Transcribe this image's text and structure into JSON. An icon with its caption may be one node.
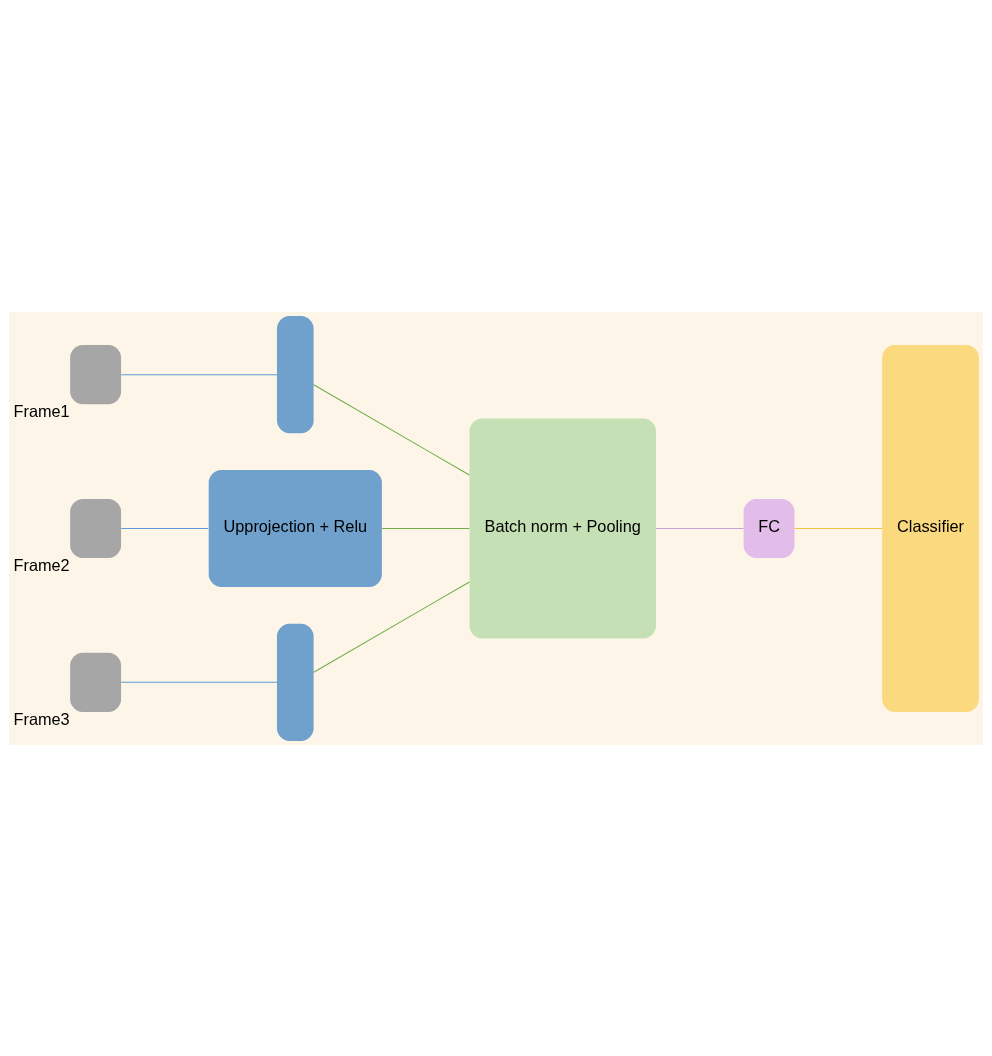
{
  "diagram": {
    "nodes": [
      {
        "text": [],
        "shape": "box",
        "beside": [
          "Frame1"
        ]
      },
      {
        "text": [],
        "shape": "box",
        "beside": [
          "Frame2"
        ]
      },
      {
        "text": [],
        "shape": "box",
        "beside": [
          "Frame3"
        ]
      },
      {
        "text": [],
        "shape": "bar"
      },
      {
        "text": [
          "Upprojection + Relu"
        ]
      },
      {
        "text": [],
        "shape": "bar"
      },
      {
        "text": [
          "Batch norm + Pooling"
        ]
      },
      {
        "text": [
          "FC"
        ]
      },
      {
        "text": [
          "Classifier"
        ]
      }
    ],
    "edges": [
      {
        "from": 0,
        "to": 3,
        "arrow": "none",
        "color": "#5b9bd5"
      },
      {
        "from": 1,
        "to": 4,
        "arrow": "none",
        "color": "#5b9bd5"
      },
      {
        "from": 2,
        "to": 5,
        "arrow": "none",
        "color": "#5b9bd5"
      },
      {
        "from": 3,
        "to": 6,
        "arrow": "none",
        "color": "#70ad47"
      },
      {
        "from": 4,
        "to": 6,
        "arrow": "none",
        "color": "#70ad47"
      },
      {
        "from": 5,
        "to": 6,
        "arrow": "none",
        "color": "#70ad47"
      },
      {
        "from": 6,
        "to": 7,
        "arrow": "none",
        "color": "#c9a0dc"
      },
      {
        "from": 7,
        "to": 8,
        "arrow": "none",
        "color": "#f5c242"
      }
    ]
  }
}
